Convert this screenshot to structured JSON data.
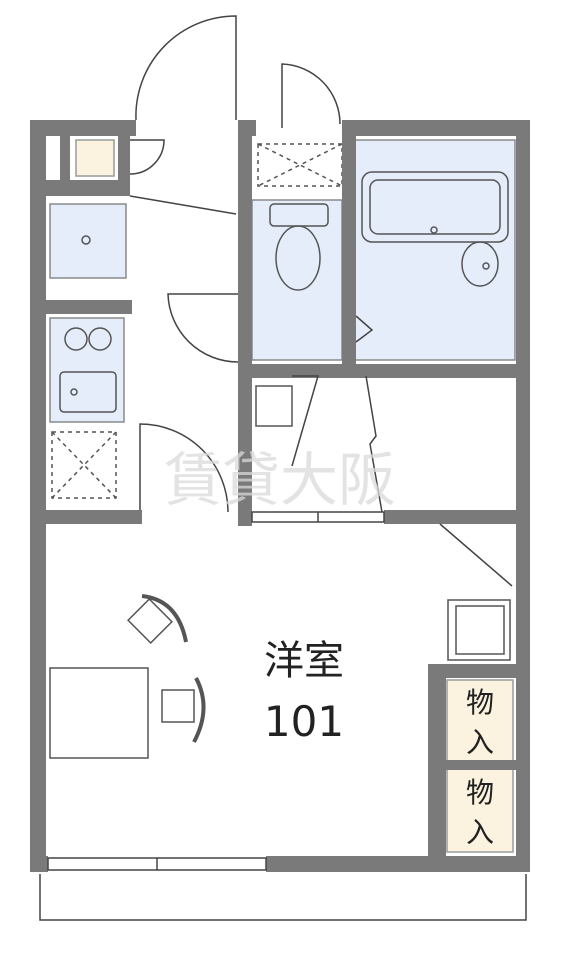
{
  "room": {
    "name": "洋室",
    "number": "101"
  },
  "storage": [
    {
      "line1": "物",
      "line2": "入"
    },
    {
      "line1": "物",
      "line2": "入"
    }
  ],
  "watermark": "賃貸大阪",
  "colors": {
    "wall": "#7a7a7a",
    "wet_area": "#e4edf9",
    "storage_fill": "#fbf3df",
    "fixture_stroke": "#555555",
    "door_stroke": "#444444",
    "background": "#ffffff",
    "watermark": "#d9d9d9"
  }
}
